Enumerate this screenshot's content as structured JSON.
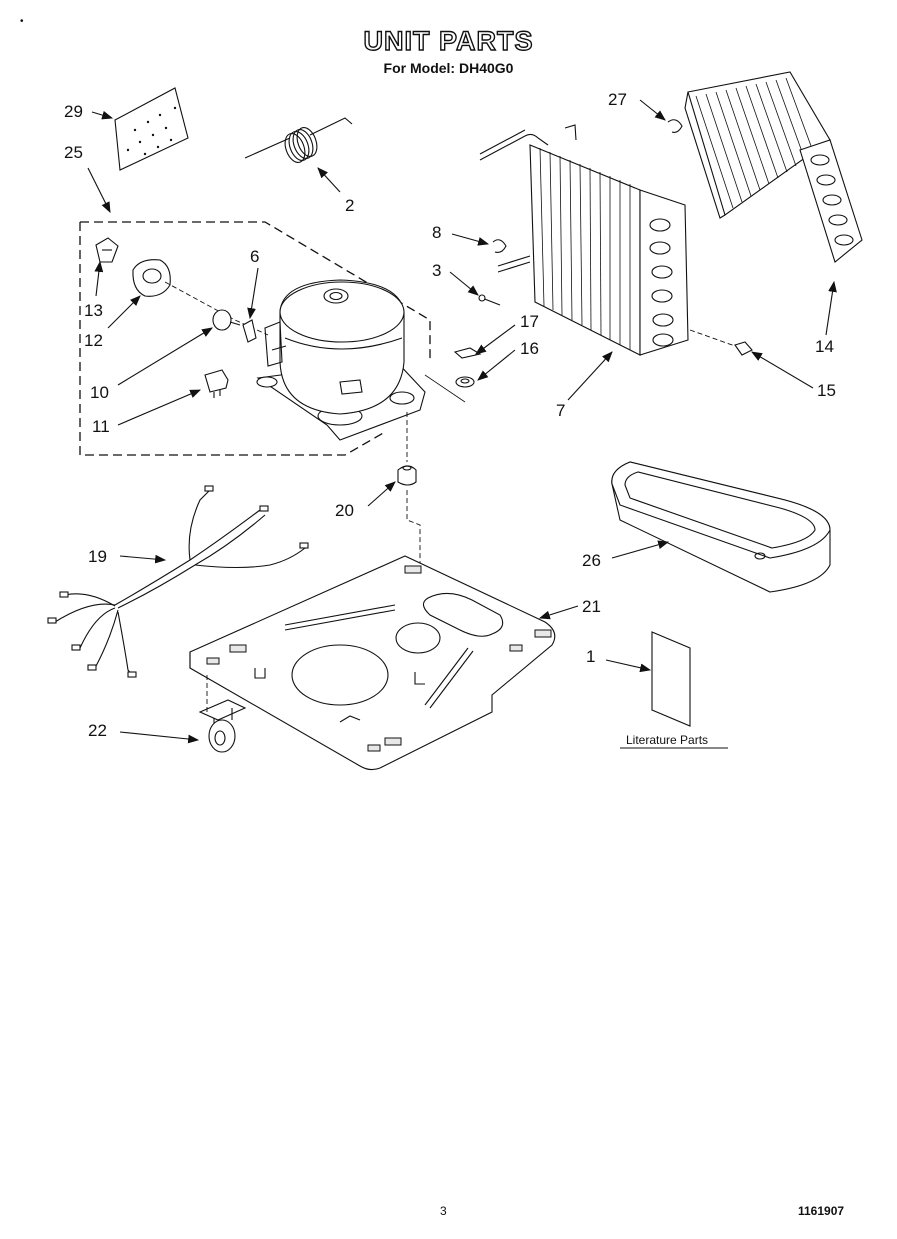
{
  "header": {
    "title": "UNIT PARTS",
    "subtitle": "For Model: DH40G0"
  },
  "corner_mark": "•",
  "callouts": [
    {
      "id": "29",
      "label": "29"
    },
    {
      "id": "25",
      "label": "25"
    },
    {
      "id": "2",
      "label": "2"
    },
    {
      "id": "27",
      "label": "27"
    },
    {
      "id": "8",
      "label": "8"
    },
    {
      "id": "3",
      "label": "3"
    },
    {
      "id": "13",
      "label": "13"
    },
    {
      "id": "12",
      "label": "12"
    },
    {
      "id": "6",
      "label": "6"
    },
    {
      "id": "10",
      "label": "10"
    },
    {
      "id": "11",
      "label": "11"
    },
    {
      "id": "17",
      "label": "17"
    },
    {
      "id": "16",
      "label": "16"
    },
    {
      "id": "7",
      "label": "7"
    },
    {
      "id": "14",
      "label": "14"
    },
    {
      "id": "15",
      "label": "15"
    },
    {
      "id": "20",
      "label": "20"
    },
    {
      "id": "19",
      "label": "19"
    },
    {
      "id": "26",
      "label": "26"
    },
    {
      "id": "21",
      "label": "21"
    },
    {
      "id": "1",
      "label": "1"
    },
    {
      "id": "22",
      "label": "22"
    }
  ],
  "literature_label": "Literature Parts",
  "footer": {
    "page_number": "3",
    "doc_code": "1161907"
  }
}
